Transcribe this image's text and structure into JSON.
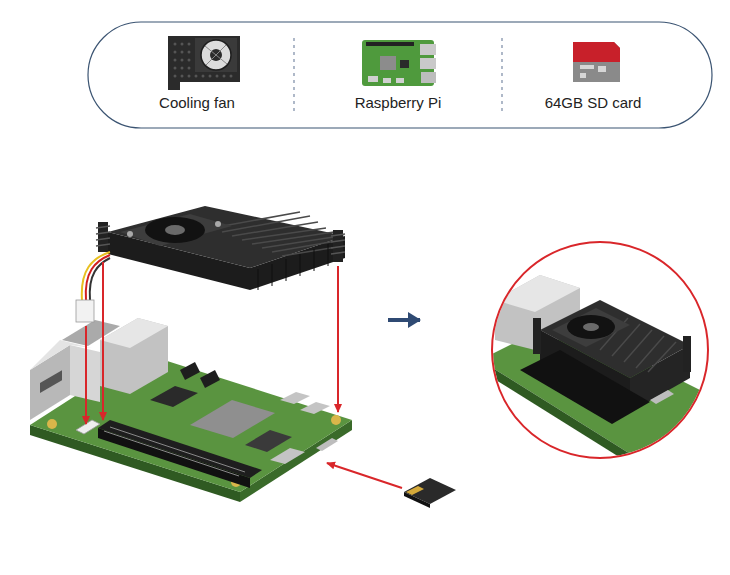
{
  "diagram": {
    "labels": [
      "Cooling fan",
      "Raspberry Pi",
      "64GB SD card"
    ]
  }
}
